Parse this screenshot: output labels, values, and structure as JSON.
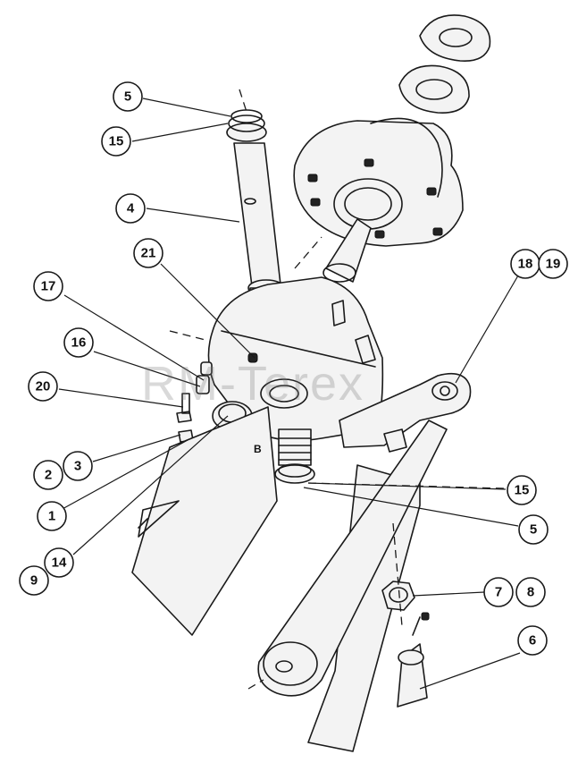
{
  "watermark": "RM-Terex",
  "part_mark": "B",
  "callouts": [
    {
      "id": "c5-top",
      "label": "5"
    },
    {
      "id": "c15-top",
      "label": "15"
    },
    {
      "id": "c4",
      "label": "4"
    },
    {
      "id": "c21",
      "label": "21"
    },
    {
      "id": "c17",
      "label": "17"
    },
    {
      "id": "c16",
      "label": "16"
    },
    {
      "id": "c20",
      "label": "20"
    },
    {
      "id": "c2",
      "label": "2"
    },
    {
      "id": "c3",
      "label": "3"
    },
    {
      "id": "c1",
      "label": "1"
    },
    {
      "id": "c14",
      "label": "14"
    },
    {
      "id": "c9",
      "label": "9"
    },
    {
      "id": "c18",
      "label": "18"
    },
    {
      "id": "c19",
      "label": "19"
    },
    {
      "id": "c15-right",
      "label": "15"
    },
    {
      "id": "c5-right",
      "label": "5"
    },
    {
      "id": "c7",
      "label": "7"
    },
    {
      "id": "c8",
      "label": "8"
    },
    {
      "id": "c6",
      "label": "6"
    }
  ]
}
